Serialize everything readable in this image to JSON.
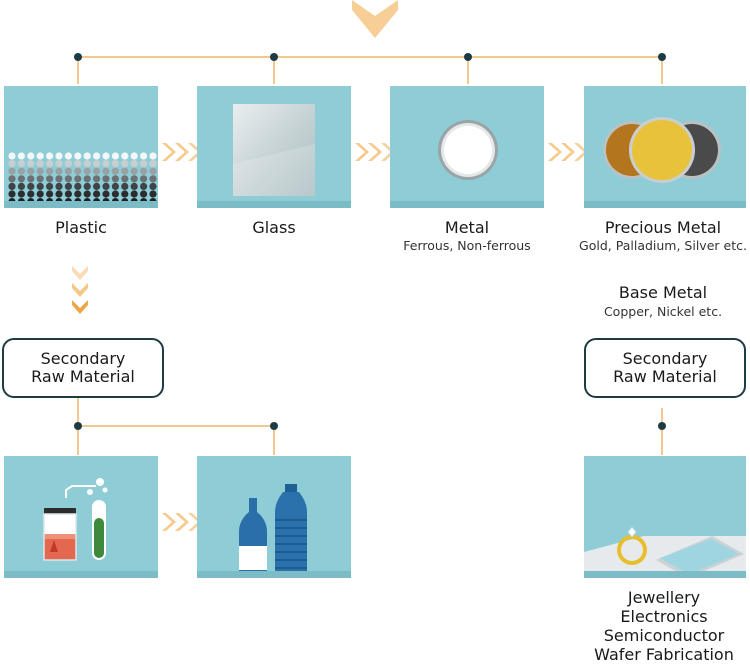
{
  "stages": [
    {
      "name": "Plastic",
      "sub": ""
    },
    {
      "name": "Glass",
      "sub": ""
    },
    {
      "name": "Metal",
      "sub": "Ferrous, Non-ferrous"
    },
    {
      "name": "Precious Metal",
      "sub": "Gold, Palladium, Silver etc."
    }
  ],
  "base_metal": {
    "name": "Base Metal",
    "sub": "Copper, Nickel etc."
  },
  "secondary_left": {
    "line1": "Secondary",
    "line2": "Raw Material"
  },
  "secondary_right": {
    "line1": "Secondary",
    "line2": "Raw Material"
  },
  "applications": [
    "Jewellery",
    "Electronics",
    "Semiconductor",
    "Wafer Fabrication"
  ],
  "colors": {
    "card": "#8ecdd6",
    "connector": "#f2c98a",
    "node": "#1d3b45",
    "arrow": "#f0b35c",
    "box_border": "#1d3b45",
    "gold": "#e9c23b",
    "bronze": "#b3761e",
    "dark_metal": "#4a4a4a"
  },
  "icons": [
    "top-chevron-icon",
    "plastic-pellets-icon",
    "glass-sheet-icon",
    "metal-disc-icon",
    "precious-metal-discs-icon",
    "lab-beaker-icon",
    "test-tube-icon",
    "bottles-icon",
    "ring-icon",
    "smartphone-icon"
  ]
}
